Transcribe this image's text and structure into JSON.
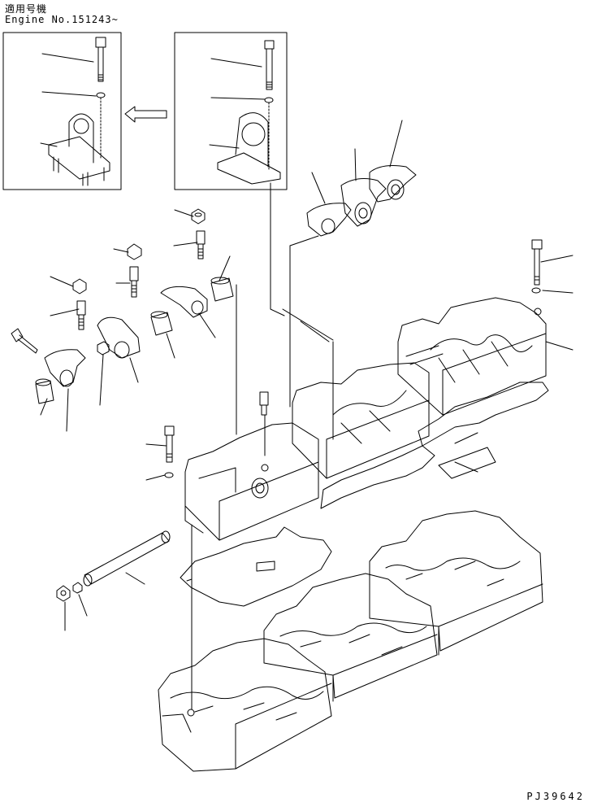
{
  "header": {
    "applicability_label": "適用号機",
    "engine_serial": "Engine No.151243~"
  },
  "drawing_code": "PJ39642",
  "colors": {
    "line": "#000000",
    "paper": "#ffffff"
  },
  "inset_arrow_icon": "hollow-left-arrow"
}
